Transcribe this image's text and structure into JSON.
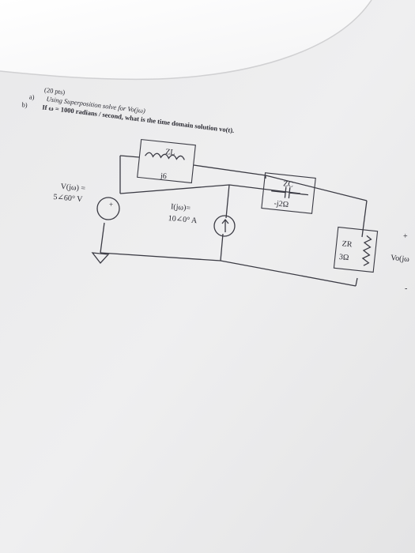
{
  "problem": {
    "points": "(20 pts)",
    "part_a_marker": "a)",
    "part_a_text": "Using Superposition solve for Vo(jω)",
    "part_b_marker": "b)",
    "part_b_text": "If ω = 1000 radians / second, what is the time domain solution vo(t)."
  },
  "circuit": {
    "inductor_label": "ZL",
    "inductor_value": "j6",
    "capacitor_label": "ZC",
    "capacitor_value": "-j2Ω",
    "resistor_label": "ZR",
    "resistor_value": "3Ω",
    "voltage_source_label": "V(jω) =",
    "voltage_source_value": "5∠60° V",
    "current_source_label": "I(jω)=",
    "current_source_value": "10∠0° A",
    "output_label": "Vo(jω",
    "output_plus": "+",
    "output_minus": "-",
    "source_plus": "+"
  }
}
